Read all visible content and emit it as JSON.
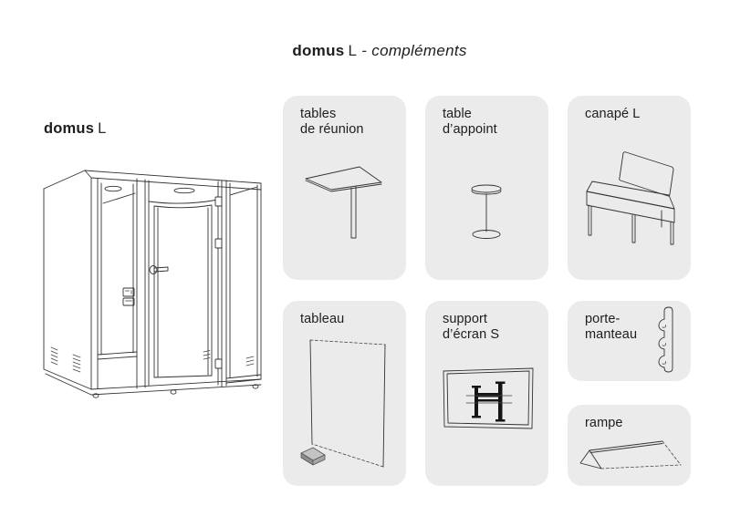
{
  "title": {
    "brand": "domus",
    "model": "L",
    "separator": "-",
    "suffix": "compléments"
  },
  "product": {
    "brand": "domus",
    "model": "L",
    "illustration": "acoustic-booth-line-drawing"
  },
  "cards": [
    {
      "id": "tables-de-reunion",
      "label_line1": "tables",
      "label_line2": "de réunion",
      "illustration": "meeting-table"
    },
    {
      "id": "table-appoint",
      "label_line1": "table",
      "label_line2": "d’appoint",
      "illustration": "pedestal-side-table"
    },
    {
      "id": "canape-l",
      "label_line1": "canapé L",
      "label_line2": "",
      "illustration": "sofa-bench"
    },
    {
      "id": "tableau",
      "label_line1": "tableau",
      "label_line2": "",
      "illustration": "whiteboard-with-eraser"
    },
    {
      "id": "support-ecran-s",
      "label_line1": "support",
      "label_line2": "d’écran S",
      "illustration": "screen-wall-mount"
    },
    {
      "id": "porte-manteau",
      "label_line1": "porte-",
      "label_line2": "manteau",
      "illustration": "coat-hook-strip"
    },
    {
      "id": "rampe",
      "label_line1": "rampe",
      "label_line2": "",
      "illustration": "access-ramp-wedge"
    }
  ],
  "colors": {
    "background": "#ffffff",
    "card_background": "#ebebeb",
    "text": "#1d1d1d",
    "line_art": "#333333"
  }
}
